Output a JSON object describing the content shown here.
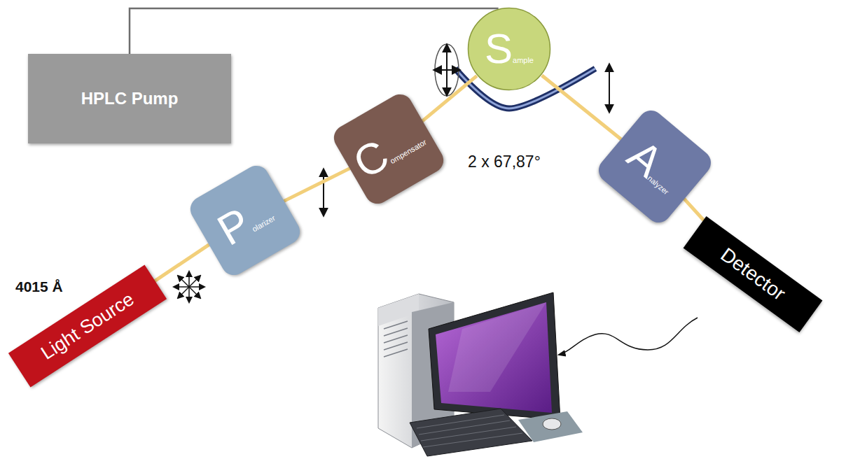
{
  "diagram": {
    "nodes": [
      {
        "text": [
          "HPLC Pump"
        ]
      },
      {
        "text": [
          "Light Source"
        ]
      },
      {
        "text": [
          "P",
          "olarizer"
        ]
      },
      {
        "text": [
          "C",
          "ompensator"
        ]
      },
      {
        "text": [
          "S",
          "ample"
        ]
      },
      {
        "text": [
          "A",
          "nalyzer"
        ]
      },
      {
        "text": [
          "Detector"
        ]
      }
    ],
    "edges": [
      {
        "from": 0,
        "to": 4,
        "arrow": "none"
      },
      {
        "from": 1,
        "to": 2,
        "arrow": "none"
      },
      {
        "from": 2,
        "to": 3,
        "arrow": "none"
      },
      {
        "from": 3,
        "to": 4,
        "arrow": "none"
      },
      {
        "from": 4,
        "to": 5,
        "arrow": "none"
      },
      {
        "from": 5,
        "to": 6,
        "arrow": "none"
      }
    ],
    "labels": [
      "4015 Å",
      "2 x 67,87°"
    ]
  }
}
